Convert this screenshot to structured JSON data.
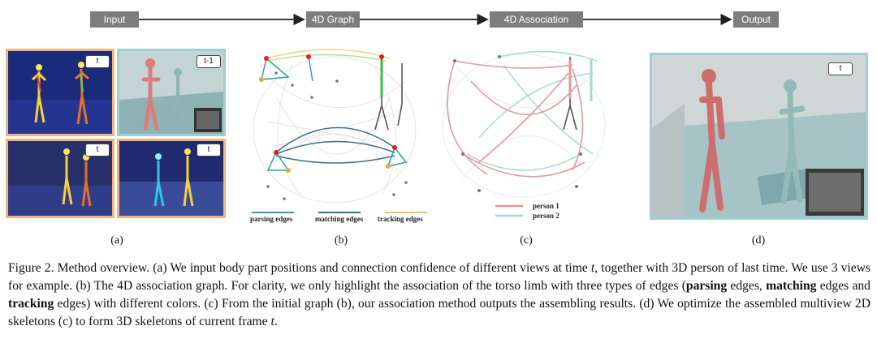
{
  "pipeline": {
    "stages": [
      "Input",
      "4D Graph",
      "4D Association",
      "Output"
    ]
  },
  "panel_a": {
    "tags": [
      "t",
      "t-1",
      "t",
      "t"
    ]
  },
  "panel_b": {
    "legend": [
      "parsing edges",
      "matching edges",
      "tracking edges"
    ],
    "legend_colors": [
      "#2fa39a",
      "#3b6f8f",
      "#e8c86a"
    ]
  },
  "panel_c": {
    "legend": [
      "person 1",
      "person 2"
    ],
    "legend_colors": [
      "#e39a9a",
      "#a8d7d7"
    ]
  },
  "panel_d": {
    "tag": "t"
  },
  "sublabels": [
    "(a)",
    "(b)",
    "(c)",
    "(d)"
  ],
  "caption": {
    "p1": "Figure 2. Method overview. (a) We input body part positions and connection confidence of different views at time ",
    "t1": "t",
    "p2": ", together with 3D person of last time. We use 3 views for example. (b) The 4D association graph. For clarity, we only highlight the association of the torso limb with three types of edges (",
    "b1": "parsing",
    "p3": " edges, ",
    "b2": "matching",
    "p4": " edges and ",
    "b3": "tracking",
    "p5": " edges) with different colors. (c) From the initial graph (b), our association method outputs the assembling results. (d) We optimize the assembled multiview 2D skeletons (c) to form 3D skeletons of current frame ",
    "t2": "t",
    "p6": "."
  }
}
